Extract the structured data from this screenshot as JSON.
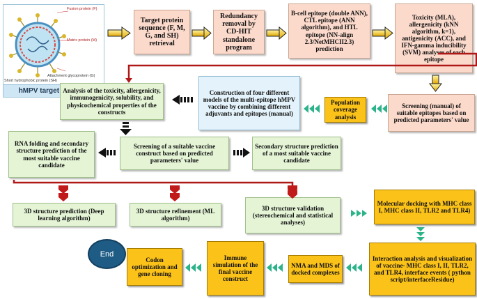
{
  "virus_panel": {
    "fusion": "Fusion protein (F)",
    "matrix": "Matrix protein (M)",
    "attachment": "Attachment glycoprotein (G)",
    "short": "Short hydrophobic protein (SH)",
    "title": "hMPV target proteins"
  },
  "steps": {
    "target": "Target protein sequence (F, M, G, and SH) retrieval",
    "redundancy": "Redundancy removal by CD-HIT standalone program",
    "epitope_pred": "B-cell epitope (double ANN), CTL epitope (ANN algorithm), and HTL epitope (NN-align 2.3/NetMHCII2.3) prediction",
    "analyses": "Toxicity (MLA), allergenicity (kNN algorithm, k=1), antigenicity (ACC), and IFN-gamma inducibility (SVM) analyses of each epitope",
    "screening_epitopes": "Screening (manual) of suitable epitopes based on predicted parameters' value",
    "population": "Population coverage analysis",
    "construction": "Construction of four different models of the multi-epitope hMPV vaccine by combining different adjuvants and epitopes (manual)",
    "construct_analysis": "Analysis of the toxicity, allergenicity, immunogenicity, solubility, and physicochemical properties of the constructs",
    "screening_construct": "Screening of a suitable vaccine construct based on predicted parameters' value",
    "rna_folding": "RNA folding and secondary structure prediction of the most suitable vaccine candidate",
    "secondary_structure": "Secondary structure prediction of a most suitable vaccine candidate",
    "prediction_3d": "3D structure prediction (Deep learning algorithm)",
    "refinement_3d": "3D structure refinement (ML algorithm)",
    "validation_3d": "3D structure validation (stereochemical and statistical analyses)",
    "docking": "Molecular docking with MHC class I, MHC class II, TLR2 and TLR4)",
    "interaction": "Interaction analysis and visualization of vaccine- MHC class I, II, TLR2, and TLR4, interface events ( python script/interfaceResidue)",
    "nma": "NMA and MDS of docked complexes",
    "immune": "Immune simulation of the final vaccine construct",
    "codon": "Codon optimization and gene cloning",
    "end": "End"
  },
  "colors": {
    "peach": "#fbd9cb",
    "green": "#e4f4d5",
    "blue": "#e4f3fb",
    "gold": "#fbc21a",
    "red_line": "#b01818",
    "end": "#1e5c86"
  }
}
